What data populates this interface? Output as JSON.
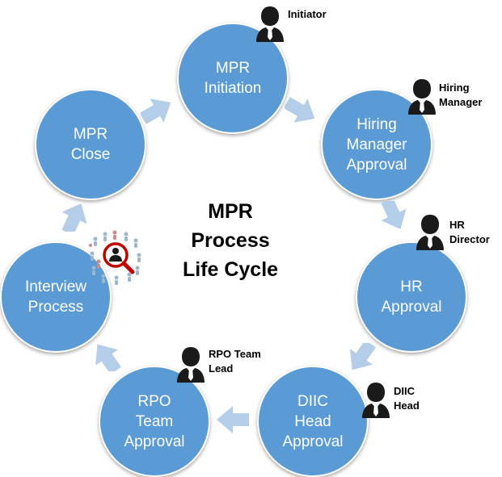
{
  "center_title": "MPR\nProcess\nLife Cycle",
  "stages": [
    {
      "label": "MPR\nInitiation",
      "role": "Initiator"
    },
    {
      "label": "Hiring\nManager\nApproval",
      "role": "Hiring\nManager"
    },
    {
      "label": "HR\nApproval",
      "role": "HR\nDirector"
    },
    {
      "label": "DIIC\nHead\nApproval",
      "role": "DIIC\nHead"
    },
    {
      "label": "RPO\nTeam\nApproval",
      "role": "RPO Team\nLead"
    },
    {
      "label": "Interview\nProcess",
      "role": ""
    },
    {
      "label": "MPR\nClose",
      "role": ""
    }
  ],
  "icons": {
    "person": "person-silhouette-icon",
    "arrow": "chevron-arrow-icon",
    "search": "people-search-icon"
  },
  "colors": {
    "node_fill": "#5b9bd5",
    "arrow_fill": "#b4cde8",
    "person_fill": "#1a1a1a"
  }
}
